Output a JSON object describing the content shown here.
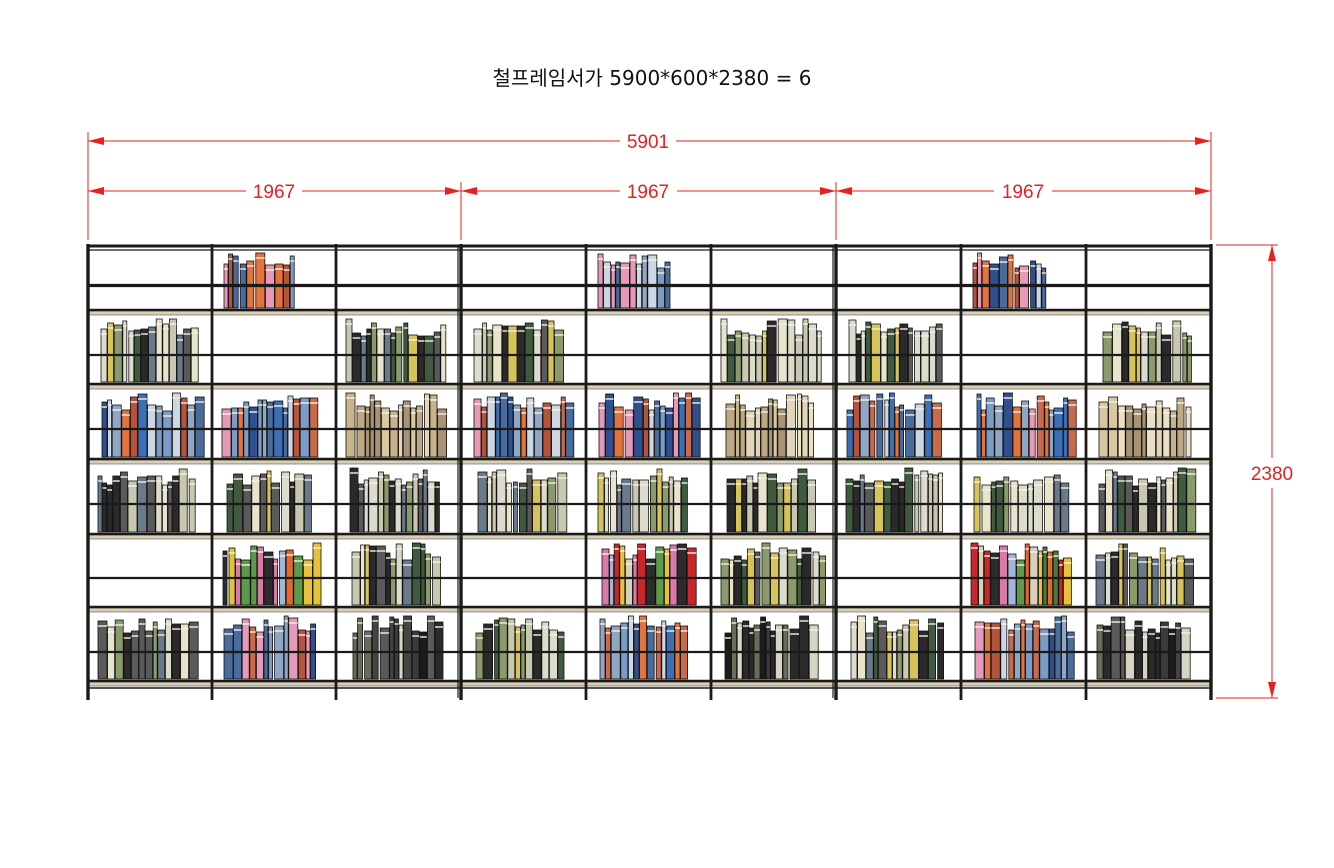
{
  "title": "철프레임서가 5900*600*2380 = 6",
  "dimensions": {
    "total_width": "5901",
    "module_widths": [
      "1967",
      "1967",
      "1967"
    ],
    "height": "2380"
  },
  "colors": {
    "dimension": "#e8201e",
    "frame": "#1a1a1a",
    "shelf": "#d9cfb4",
    "book_palette": [
      "#2f4f8f",
      "#e2733c",
      "#3b6fb6",
      "#7a9cc7",
      "#e59ab8",
      "#b5543a",
      "#4a6c9c",
      "#ccd7e3",
      "#8fa6c4",
      "#c96a4a"
    ],
    "palette_dark": [
      "#1c1c1c",
      "#3a3a3a",
      "#5a5a5a",
      "#2a2a2a",
      "#d8d4c4",
      "#6b6b5a",
      "#444444"
    ],
    "palette_beige": [
      "#d8c7a0",
      "#c8b48a",
      "#e2d6b8",
      "#bfa884",
      "#a89474",
      "#ece0c4"
    ],
    "palette_mixed": [
      "#dcdccc",
      "#2a2a2a",
      "#8a9a6a",
      "#d6c45a",
      "#3f5a3f",
      "#c8c8b0",
      "#5a5a5a",
      "#e8e4cc",
      "#6a7a8a"
    ],
    "palette_bright": [
      "#e3682a",
      "#c9262a",
      "#e6c23a",
      "#5a9a4a",
      "#d8d0b8",
      "#2c2c2c",
      "#9fb8d8",
      "#d87aa8",
      "#4a7a3a"
    ]
  },
  "rows": [
    [
      "-",
      "Blue",
      "-",
      "-",
      "Blue",
      "-",
      "-",
      "Blue",
      "-"
    ],
    [
      "Mixed",
      "-",
      "Mixed",
      "Mixed",
      "-",
      "Mixed",
      "Mixed",
      "-",
      "Mixed"
    ],
    [
      "Blue",
      "Blue",
      "Beige",
      "Blue",
      "Blue",
      "Beige",
      "Blue",
      "Blue",
      "Beige"
    ],
    [
      "Mixed",
      "Mixed",
      "Mixed",
      "Mixed",
      "Mixed",
      "Mixed",
      "Mixed",
      "Mixed",
      "Mixed"
    ],
    [
      "-",
      "Bright",
      "Mixed",
      "-",
      "Bright",
      "Mixed",
      "-",
      "Bright",
      "Mixed"
    ],
    [
      "Mixed",
      "Blue",
      "Dark",
      "Mixed",
      "Blue",
      "Dark",
      "Mixed",
      "Blue",
      "Dark"
    ]
  ]
}
